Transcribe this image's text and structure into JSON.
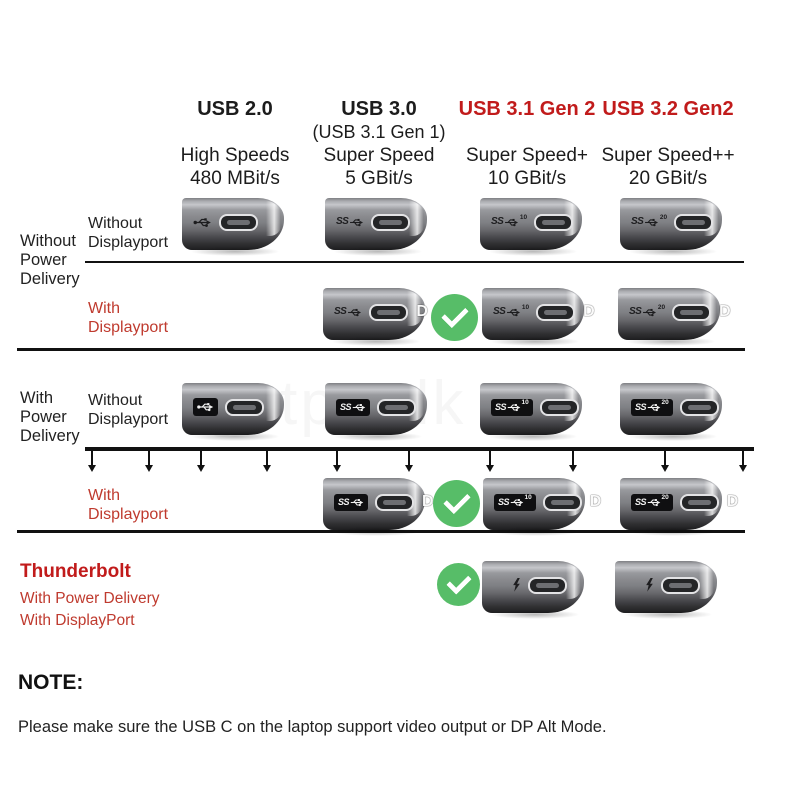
{
  "columns": [
    {
      "title": "USB 2.0",
      "subtitle": "",
      "speed_name": "High Speeds",
      "speed_rate": "480 MBit/s",
      "title_color": "#1c1c1c",
      "port_logo": "usb-trident",
      "sup": ""
    },
    {
      "title": "USB 3.0",
      "subtitle": "(USB 3.1 Gen 1)",
      "speed_name": "Super Speed",
      "speed_rate": "5 GBit/s",
      "title_color": "#1c1c1c",
      "port_logo": "ss-trident",
      "sup": ""
    },
    {
      "title": "USB 3.1 Gen 2",
      "subtitle": "",
      "speed_name": "Super Speed+",
      "speed_rate": "10 GBit/s",
      "title_color": "#c11b1b",
      "port_logo": "ss-trident",
      "sup": "10"
    },
    {
      "title": "USB 3.2 Gen2",
      "subtitle": "",
      "speed_name": "Super Speed++",
      "speed_rate": "20 GBit/s",
      "title_color": "#c11b1b",
      "port_logo": "ss-trident",
      "sup": "20"
    }
  ],
  "groups": [
    {
      "label": "Without\nPower\nDelivery",
      "rows": [
        {
          "label": "Without\nDisplayport",
          "color": "#222222",
          "columns_with_port": [
            "USB 2.0",
            "USB 3.0",
            "USB 3.1 Gen 2",
            "USB 3.2 Gen2"
          ],
          "checkmark": ""
        },
        {
          "label": "With\nDisplayport",
          "color": "#bf3a2e",
          "columns_with_port": [
            "USB 3.0",
            "USB 3.1 Gen 2",
            "USB 3.2 Gen2"
          ],
          "checkmark": "between USB 3.0 and USB 3.1 Gen 2"
        }
      ]
    },
    {
      "label": "With\nPower\nDelivery",
      "rows": [
        {
          "label": "Without\nDisplayport",
          "color": "#222222",
          "columns_with_port": [
            "USB 2.0",
            "USB 3.0",
            "USB 3.1 Gen 2",
            "USB 3.2 Gen2"
          ],
          "checkmark": ""
        },
        {
          "label": "With\nDisplayport",
          "color": "#bf3a2e",
          "columns_with_port": [
            "USB 3.0",
            "USB 3.1 Gen 2",
            "USB 3.2 Gen2"
          ],
          "checkmark": "between USB 3.0 and USB 3.1 Gen 2"
        }
      ]
    }
  ],
  "thunderbolt": {
    "title": "Thunderbolt",
    "line1": "With Power Delivery",
    "line2": "With DisplayPort",
    "columns_with_port": [
      "USB 3.1 Gen 2",
      "USB 3.2 Gen2"
    ],
    "checkmark": "before USB 3.1 Gen 2"
  },
  "note": {
    "heading": "NOTE:",
    "body": "Please make sure the USB C on the laptop support video output or DP Alt Mode."
  },
  "icons": {
    "ss_label": "SS",
    "dp_letter": "D"
  },
  "watermark": "gotpgt.lk",
  "colors": {
    "header_red": "#c11b1b",
    "label_red": "#bf3a2e",
    "checkmark_green": "#57bd68",
    "line_black": "#111111",
    "laptop_grey": "#8a8b8f",
    "badge_black": "#0f0f11"
  }
}
